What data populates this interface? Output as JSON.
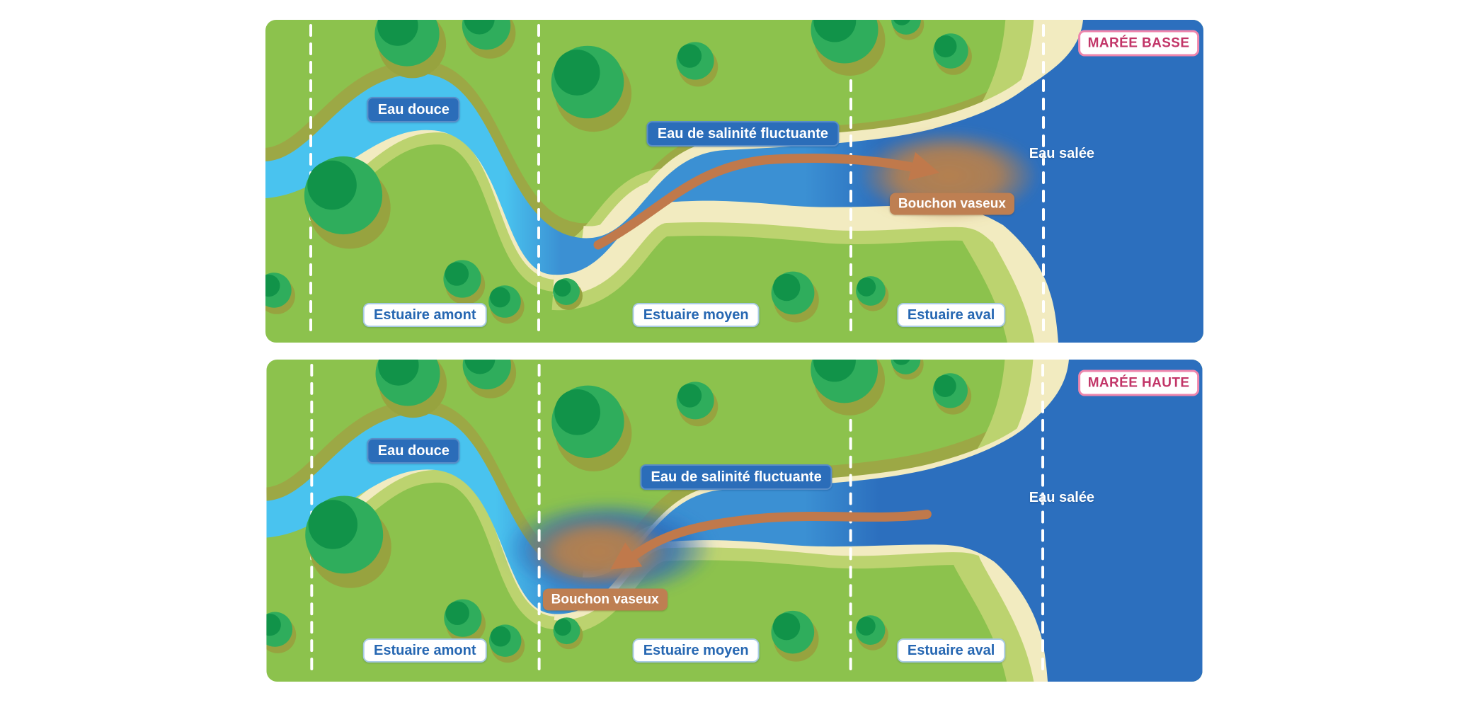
{
  "panels": [
    {
      "badge": "MARÉE BASSE",
      "water_labels": {
        "fresh": "Eau douce",
        "fluctuating": "Eau de salinité fluctuante",
        "salty": "Eau salée",
        "mud_plug": "Bouchon vaseux"
      },
      "zones": [
        "Estuaire amont",
        "Estuaire moyen",
        "Estuaire aval"
      ],
      "mud_flow_direction": "downstream-right"
    },
    {
      "badge": "MARÉE HAUTE",
      "water_labels": {
        "fresh": "Eau douce",
        "fluctuating": "Eau de salinité fluctuante",
        "salty": "Eau salée",
        "mud_plug": "Bouchon vaseux"
      },
      "zones": [
        "Estuaire amont",
        "Estuaire moyen",
        "Estuaire aval"
      ],
      "mud_flow_direction": "upstream-left"
    }
  ],
  "colors": {
    "land_green": "#8CC24D",
    "bank_olive": "#9CA845",
    "bank_light_green": "#BCD36F",
    "sand": "#F2EBC0",
    "fresh_water": "#49C3EF",
    "brackish_water": "#3B90D3",
    "salt_water": "#2C6FBE",
    "mud": "#B5804E",
    "arrow_brown": "#C0794B",
    "label_blue": "#2B6DB9",
    "label_brown": "#BE7F52",
    "tide_text_pink": "#C23568",
    "tide_border_pink": "#EE86AD",
    "zone_text_blue": "#2667B2"
  }
}
